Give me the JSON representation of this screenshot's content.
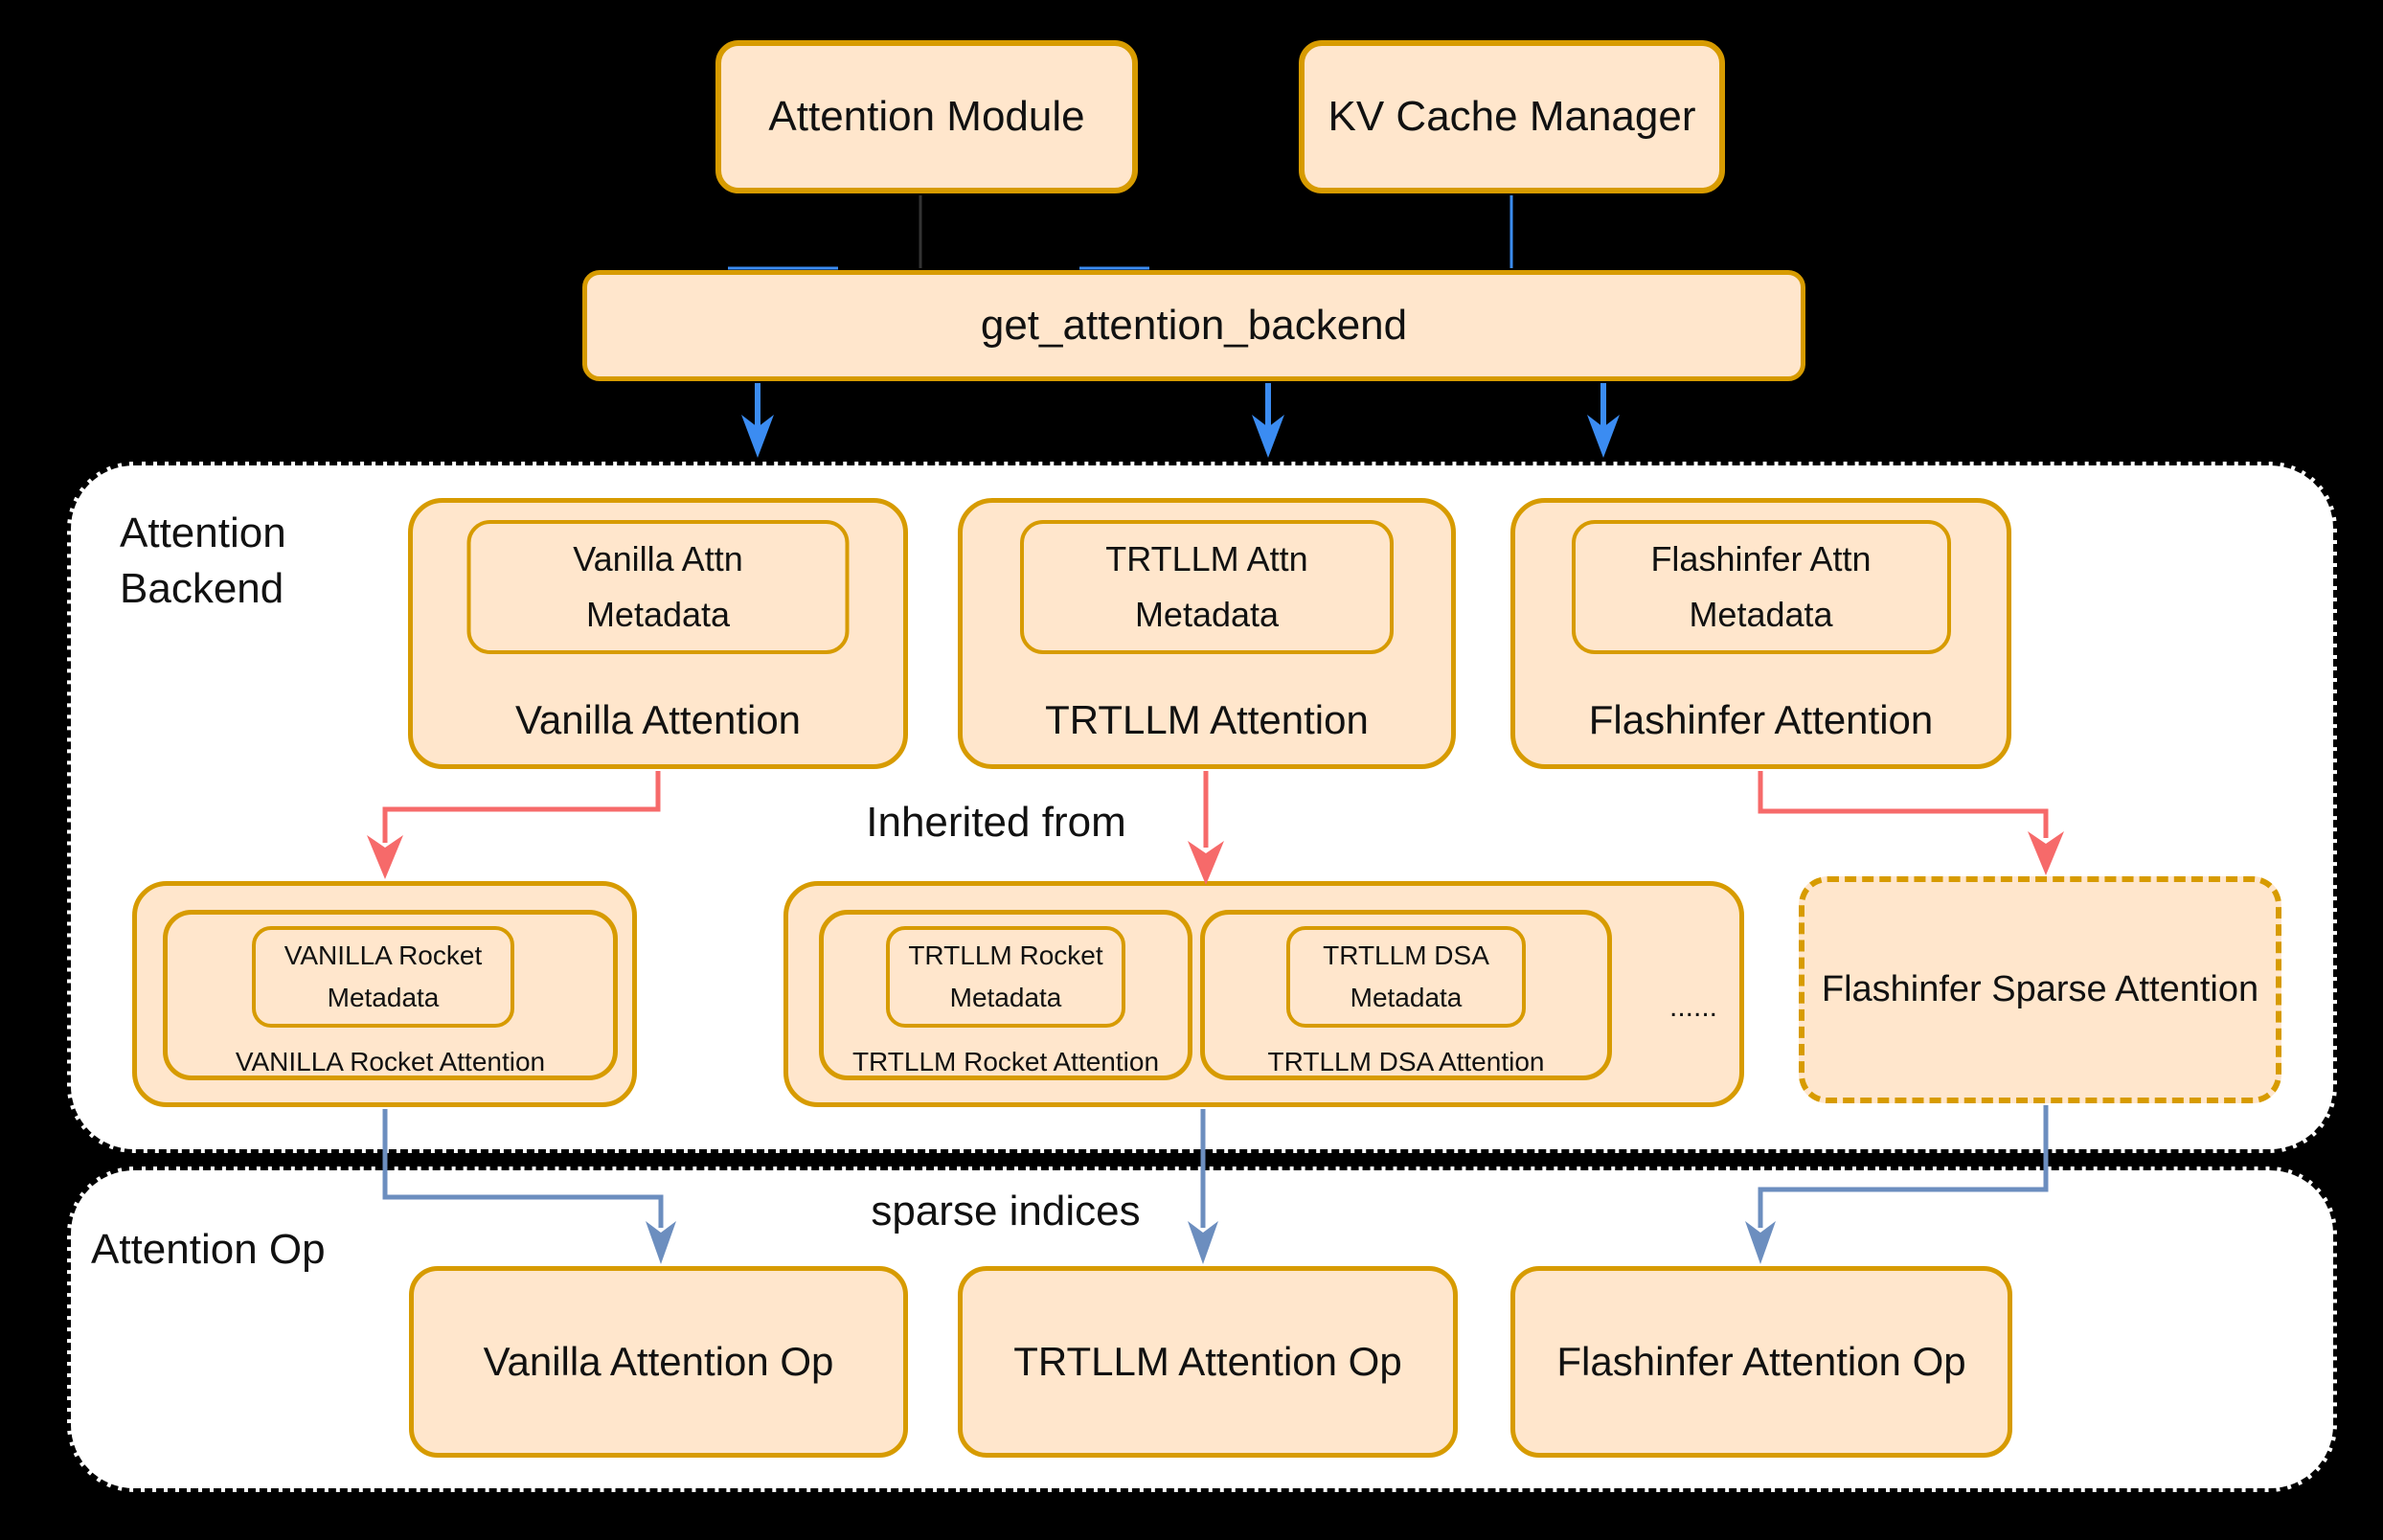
{
  "colors": {
    "node_fill": "#ffe6cc",
    "node_stroke": "#d79b00",
    "arrow_blue": "#3b8cf2",
    "arrow_red": "#f66a6a",
    "arrow_steel": "#6c8ebf",
    "section_bg": "#ffffff",
    "background": "#000000"
  },
  "top": {
    "attention_module": "Attention Module",
    "kv_cache_manager": "KV Cache Manager",
    "get_attention_backend": "get_attention_backend"
  },
  "backend_section": {
    "label_line1": "Attention",
    "label_line2": "Backend",
    "inherited_from_label": "Inherited from",
    "backends": [
      {
        "metadata_line1": "Vanilla Attn",
        "metadata_line2": "Metadata",
        "label": "Vanilla Attention"
      },
      {
        "metadata_line1": "TRTLLM Attn",
        "metadata_line2": "Metadata",
        "label": "TRTLLM Attention"
      },
      {
        "metadata_line1": "Flashinfer Attn",
        "metadata_line2": "Metadata",
        "label": "Flashinfer Attention"
      }
    ],
    "derived": {
      "vanilla_rocket": {
        "metadata_line1": "VANILLA Rocket",
        "metadata_line2": "Metadata",
        "label": "VANILLA Rocket Attention"
      },
      "trtllm_rocket": {
        "metadata_line1": "TRTLLM Rocket",
        "metadata_line2": "Metadata",
        "label": "TRTLLM Rocket Attention"
      },
      "trtllm_dsa": {
        "metadata_line1": "TRTLLM DSA",
        "metadata_line2": "Metadata",
        "label": "TRTLLM DSA Attention"
      },
      "ellipsis": "......",
      "flashinfer_sparse_label": "Flashinfer Sparse Attention"
    }
  },
  "op_section": {
    "label": "Attention Op",
    "sparse_indices_label": "sparse indices",
    "ops": [
      {
        "label": "Vanilla Attention Op"
      },
      {
        "label": "TRTLLM Attention Op"
      },
      {
        "label": "Flashinfer Attention Op"
      }
    ]
  }
}
